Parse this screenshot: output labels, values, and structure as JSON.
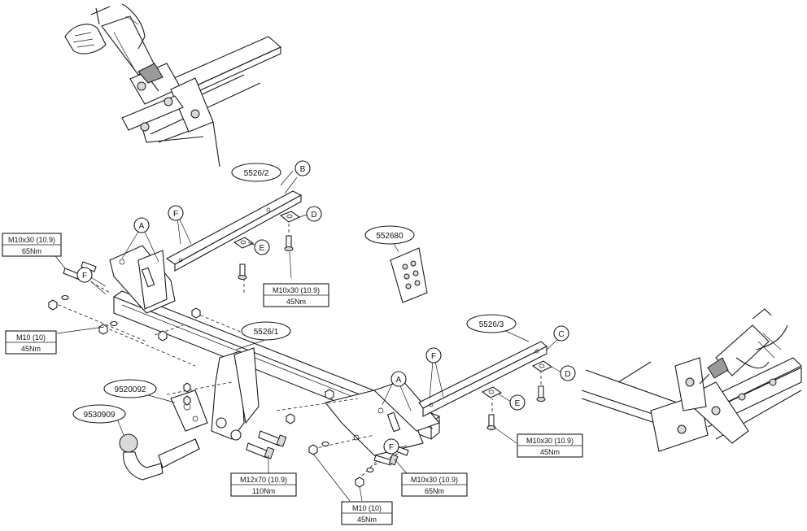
{
  "parts": {
    "bar": "5526/1",
    "right_bracket": "5526/2",
    "left_bracket": "5526/3",
    "hardware_pack": "552680",
    "wiring_plate": "9520092",
    "tow_ball": "9530909"
  },
  "letters": [
    "A",
    "B",
    "C",
    "D",
    "E",
    "F"
  ],
  "fasteners": [
    {
      "spec": "M10x30 (10.9)",
      "torque": "65Nm"
    },
    {
      "spec": "M10 (10)",
      "torque": "45Nm"
    },
    {
      "spec": "M10x30 (10.9)",
      "torque": "45Nm"
    },
    {
      "spec": "M10x30 (10.9)",
      "torque": "65Nm"
    },
    {
      "spec": "M12x70 (10.9)",
      "torque": "110Nm"
    },
    {
      "spec": "M10 (10)",
      "torque": "45Nm"
    },
    {
      "spec": "M10x30 (10.9)",
      "torque": "45Nm"
    }
  ]
}
